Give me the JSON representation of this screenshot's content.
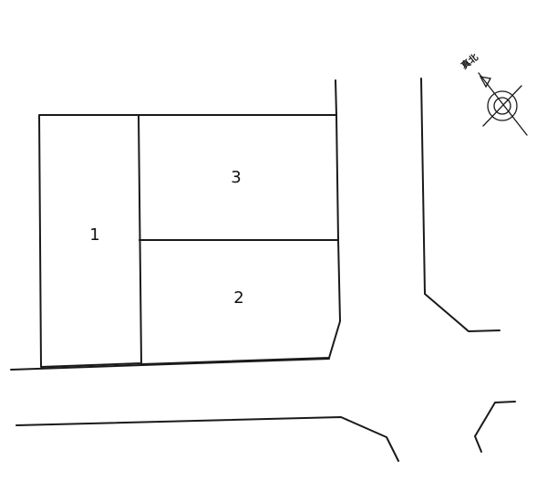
{
  "lots": [
    {
      "id": "lot-1",
      "label": "1"
    },
    {
      "id": "lot-2",
      "label": "2"
    },
    {
      "id": "lot-3",
      "label": "3"
    }
  ],
  "compass": {
    "label": "真北",
    "icon": "north-arrow-icon"
  },
  "colors": {
    "line": "#1a1a1a",
    "background": "#ffffff"
  }
}
